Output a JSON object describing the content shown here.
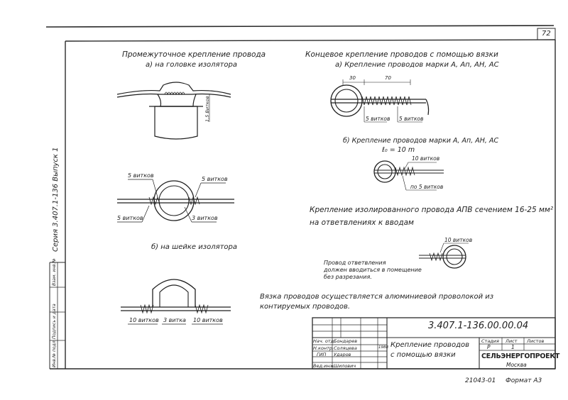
{
  "page_number": "72",
  "series_label": "Серия 3.407.1-136 Выпуск 1",
  "left_stamp": [
    "Инв.№ подл.",
    "Подпись и дата",
    "Взам. инв.№"
  ],
  "left_section": {
    "title": "Промежуточное крепление провода",
    "sub_a": "а) на головке изолятора",
    "dim_a": "1,5 Витков",
    "label_5vitkov_tl": "5 витков",
    "label_5vitkov_tr": "5 витков",
    "label_5vitkov_bl": "5 витков",
    "label_3vitkov": "3 витков",
    "sub_b": "б) на шейке изолятора",
    "label_10vitkov_l": "10 витков",
    "label_3vitka": "3 витка",
    "label_10vitkov_r": "10 витков"
  },
  "right_section": {
    "title": "Концевое крепление проводов с помощью вязки",
    "sub_a": "а) Крепление проводов марки А, Ап, АН, АС",
    "dim_30": "30",
    "dim_70": "70",
    "label_5vitkov_1": "5 витков",
    "label_5vitkov_2": "5 витков",
    "sub_b": "б) Крепление проводов марки А, Ап, АН, АС",
    "sub_b_formula": "ℓ₀ = 10 m",
    "label_10vitkov": "10 витков",
    "label_po5vitkov": "по 5 витков",
    "insulated_title": "Крепление изолированного провода АПВ сечением 16-25 мм²",
    "insulated_sub": "на ответвлениях к вводам",
    "label_10vitkov_2": "10 витков",
    "note": [
      "Провод ответвления",
      "должен вводиться в помещение",
      "без разрезания."
    ]
  },
  "general_note": [
    "Вязка проводов осуществляется алюминиевой проволокой из",
    "контируемых проводов."
  ],
  "title_block": {
    "doc_code": "3.407.1-136.00.00.04",
    "rows": [
      {
        "role": "Нач. отд.",
        "name": "Бондарев"
      },
      {
        "role": "Н.контр.",
        "name": "Соляцева"
      },
      {
        "role": "ГИП",
        "name": "Удаpов"
      },
      {
        "role": "",
        "name": ""
      },
      {
        "role": "Вед.инж.",
        "name": "Шилович"
      }
    ],
    "year_mark": "1988",
    "drawing_title": [
      "Крепление проводов",
      "с помощью вязки"
    ],
    "stadia_label": "Стадия",
    "list_label": "Лист",
    "listov_label": "Листов",
    "stadia": "Р",
    "list": "1",
    "listov": "",
    "org": "СЕЛЬЭНЕРГОПРОЕКТ",
    "city": "Москва"
  },
  "footer": {
    "inv": "21043-01",
    "format": "Формат А3"
  }
}
